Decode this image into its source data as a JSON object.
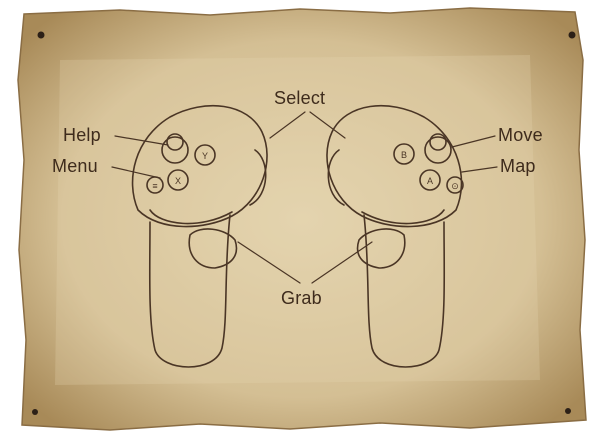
{
  "labels": {
    "select": "Select",
    "help": "Help",
    "menu": "Menu",
    "move": "Move",
    "map": "Map",
    "grab": "Grab"
  },
  "buttons": {
    "left_top": "Y",
    "left_center": "X",
    "left_small": "≡",
    "right_top": "B",
    "right_center": "A",
    "right_small": "⊙"
  },
  "colors": {
    "parchment": "#d9c7a0",
    "parchment_dark": "#b79c6c",
    "ink": "#4a3525",
    "text": "#3e2b1c"
  }
}
